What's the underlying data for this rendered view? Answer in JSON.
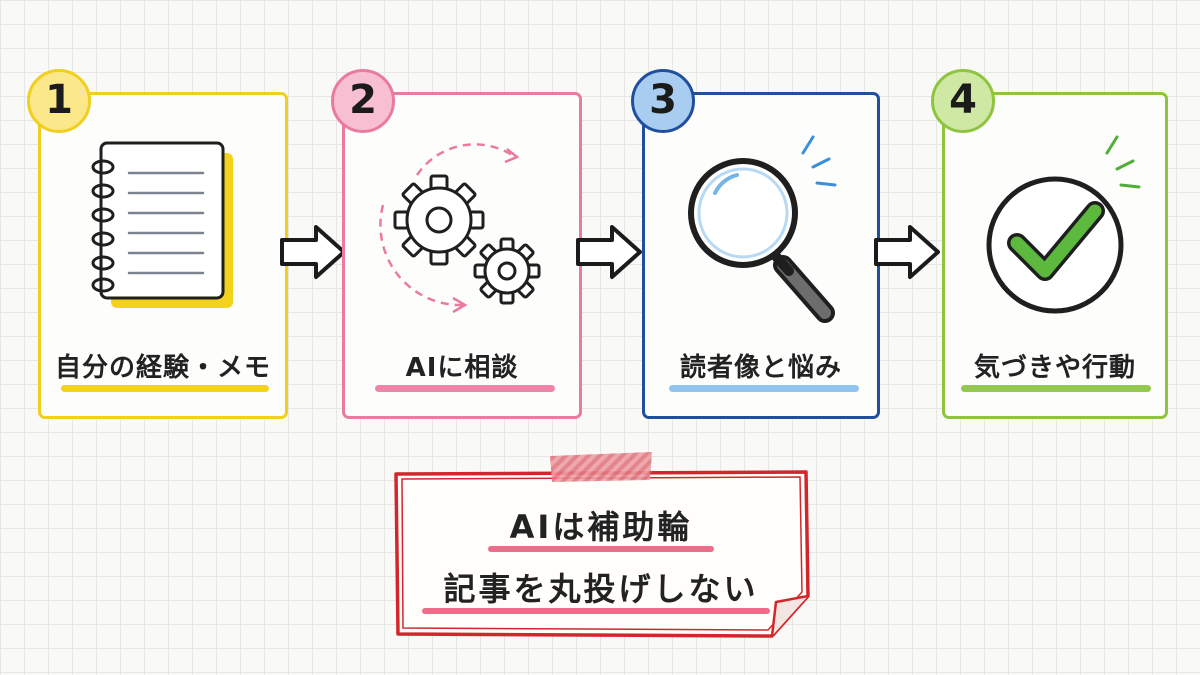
{
  "steps": [
    {
      "number": "1",
      "label": "自分の経験・メモ",
      "color": "#f0cf1e",
      "underline": "#f3d21c",
      "icon": "notebook-icon"
    },
    {
      "number": "2",
      "label": "AIに相談",
      "color": "#ea7ba0",
      "underline": "#ef86aa",
      "icon": "gears-icon"
    },
    {
      "number": "3",
      "label": "読者像と悩み",
      "color": "#1f4f9e",
      "underline": "#8ec4ee",
      "icon": "magnifier-icon"
    },
    {
      "number": "4",
      "label": "気づきや行動",
      "color": "#8fc43f",
      "underline": "#93c950",
      "icon": "checkmark-icon"
    }
  ],
  "note": {
    "line1": "AIは補助輪",
    "line2": "記事を丸投げしない",
    "border_color": "#d3262c",
    "underline_color": "#ec6c8a",
    "tape_color": "#e9888f"
  }
}
